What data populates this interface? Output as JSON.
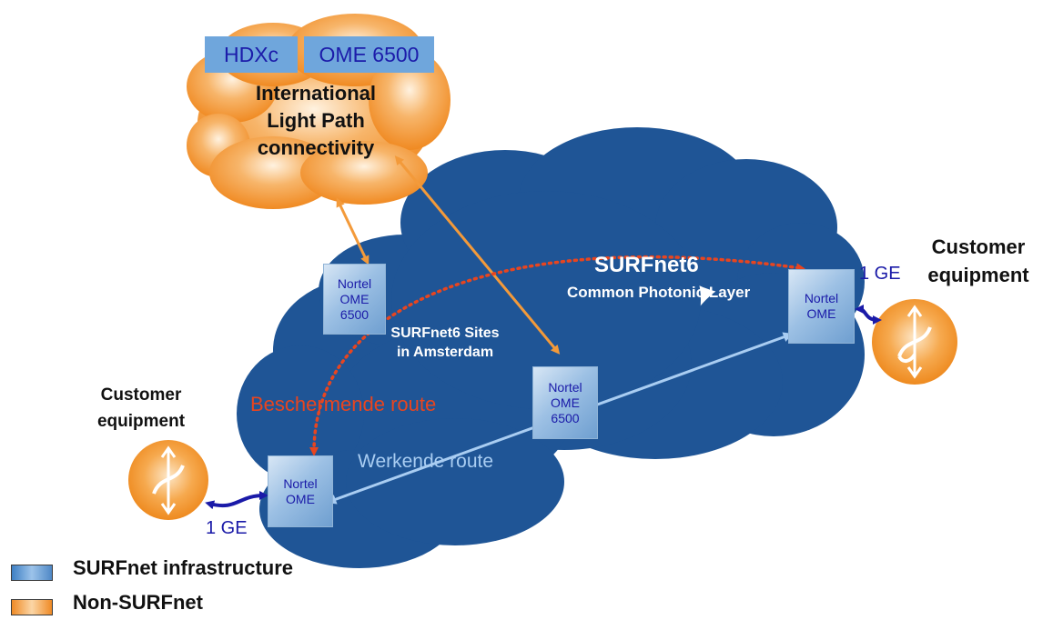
{
  "cloud_international": {
    "title_lines": [
      "International",
      "Light Path",
      "connectivity"
    ],
    "tags": [
      "HDXc",
      "OME 6500"
    ]
  },
  "cloud_surfnet": {
    "title": "SURFnet6",
    "subtitle": "Common Photonic Layer",
    "sites_lines": [
      "SURFnet6 Sites",
      "in Amsterdam"
    ]
  },
  "nodes": {
    "left_top": [
      "Nortel",
      "OME",
      "6500"
    ],
    "center": [
      "Nortel",
      "OME",
      "6500"
    ],
    "right": [
      "Nortel",
      "OME"
    ],
    "bottom_left": [
      "Nortel",
      "OME"
    ]
  },
  "routes": {
    "protect": "Beschermende route",
    "work": "Werkende route"
  },
  "links": {
    "ge_right": "1 GE",
    "ge_left": "1 GE"
  },
  "customers": {
    "right_lines": [
      "Customer",
      "equipment"
    ],
    "left_lines": [
      "Customer",
      "equipment"
    ]
  },
  "legend": {
    "surfnet": "SURFnet infrastructure",
    "non_surfnet": "Non-SURFnet"
  },
  "colors": {
    "cloud_blue": "#1f5596",
    "orange": "#f39a3a",
    "route_protect": "#e8451f",
    "route_work": "#a9cdf2",
    "link_dark_blue": "#1a1aa8"
  }
}
